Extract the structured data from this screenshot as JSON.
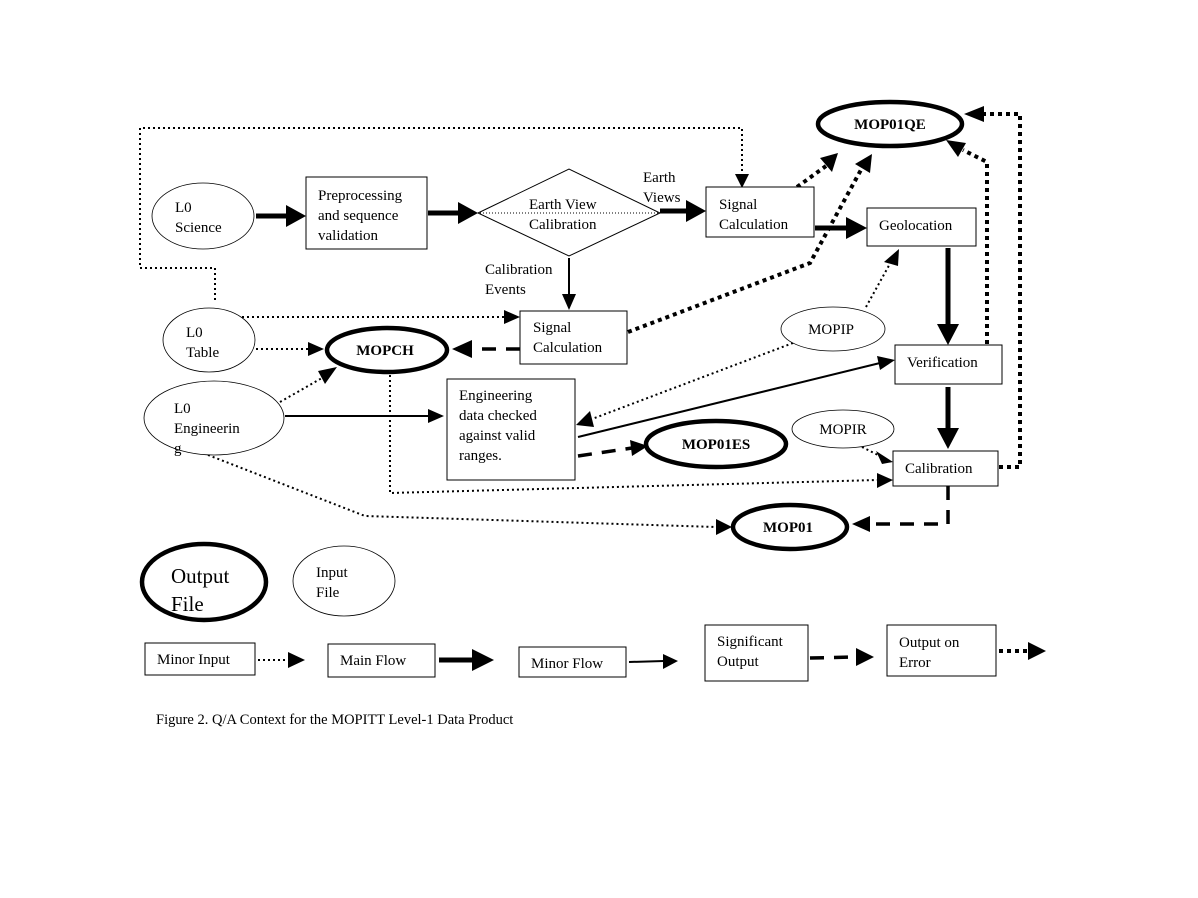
{
  "nodes": {
    "l0_science": [
      "L0",
      "Science"
    ],
    "preprocessing": [
      "Preprocessing",
      "and sequence",
      "validation"
    ],
    "earth_view_calibration": [
      "Earth View",
      "Calibration"
    ],
    "earth_views_label": [
      "Earth",
      "Views"
    ],
    "calibration_events_label": [
      "Calibration",
      "Events"
    ],
    "signal_calc_top": [
      "Signal",
      "Calculation"
    ],
    "geolocation": "Geolocation",
    "mop01qe": "MOP01QE",
    "l0_table": [
      "L0",
      "Table"
    ],
    "mopch": "MOPCH",
    "signal_calc_mid": [
      "Signal",
      "Calculation"
    ],
    "mopip": "MOPIP",
    "verification": "Verification",
    "l0_engineering": [
      "L0",
      "Engineerin",
      "g"
    ],
    "engineering_check": [
      "Engineering",
      "data checked",
      "against valid",
      "ranges."
    ],
    "mop01es": "MOP01ES",
    "mopir": "MOPIR",
    "calibration": "Calibration",
    "mop01": "MOP01"
  },
  "legend": {
    "output_file": [
      "Output",
      "File"
    ],
    "input_file": [
      "Input",
      "File"
    ],
    "minor_input": "Minor Input",
    "main_flow": "Main Flow",
    "minor_flow": "Minor Flow",
    "significant_output": [
      "Significant",
      "Output"
    ],
    "output_on_error": [
      "Output on",
      "Error"
    ]
  },
  "caption": "Figure 2.  Q/A Context for the MOPITT Level-1 Data Product"
}
